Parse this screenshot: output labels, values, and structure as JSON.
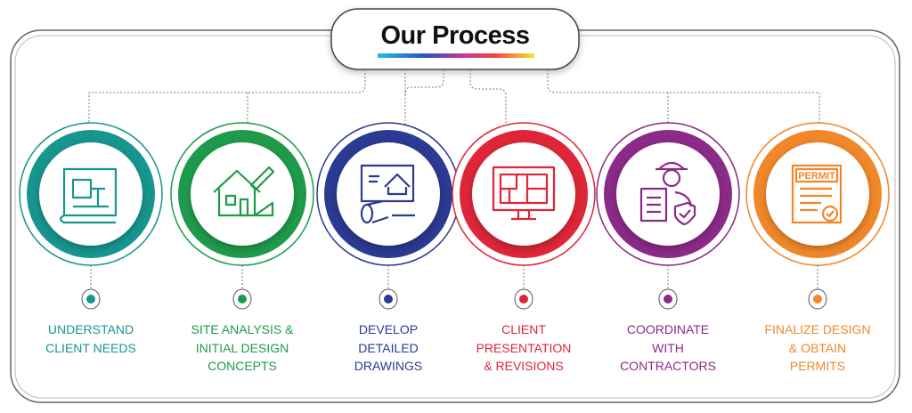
{
  "title": "Our Process",
  "steps": [
    {
      "icon": "blueprint-icon",
      "color": "#17958f",
      "lines": [
        "UNDERSTAND",
        "CLIENT NEEDS"
      ]
    },
    {
      "icon": "house-sketch-icon",
      "color": "#1f9a4b",
      "lines": [
        "SITE ANALYSIS &",
        "INITIAL DESIGN",
        "CONCEPTS"
      ]
    },
    {
      "icon": "monitor-drawing-icon",
      "color": "#2b3a92",
      "lines": [
        "DEVELOP",
        "DETAILED",
        "DRAWINGS"
      ]
    },
    {
      "icon": "monitor-floorplan-icon",
      "color": "#de2638",
      "lines": [
        "CLIENT",
        "PRESENTATION",
        "& REVISIONS"
      ]
    },
    {
      "icon": "contractor-icon",
      "color": "#8b2a88",
      "lines": [
        "COORDINATE",
        "WITH",
        "CONTRACTORS"
      ]
    },
    {
      "icon": "permit-icon",
      "color": "#f0872a",
      "lines": [
        "FINALIZE DESIGN",
        "& OBTAIN",
        "PERMITS"
      ]
    }
  ],
  "permit_text": "PERMIT"
}
